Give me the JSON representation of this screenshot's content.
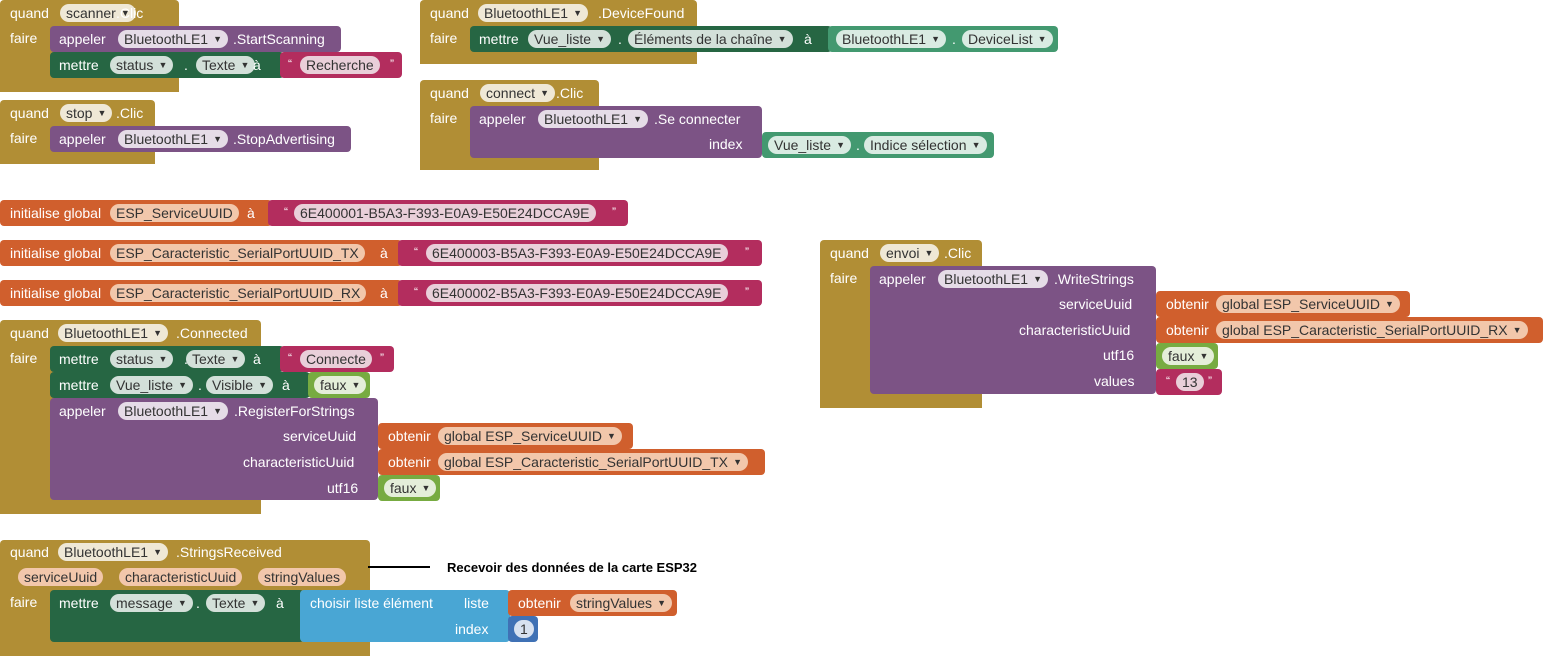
{
  "kw": {
    "when": "quand",
    "do": "faire",
    "call": "appeler",
    "set": "mettre",
    "to": "à",
    "get": "obtenir",
    "init": "initialise global",
    "false": "faux",
    "quote_open": "“",
    "quote_close": "”"
  },
  "blocks": {
    "scanner": {
      "component": "scanner",
      "event": ".Clic",
      "obj": "BluetoothLE1",
      "method": ".StartScanning",
      "set_comp": "status",
      "set_prop": "Texte",
      "value": "Recherche"
    },
    "stop": {
      "component": "stop",
      "event": ".Clic",
      "obj": "BluetoothLE1",
      "method": ".StopAdvertising"
    },
    "devicefound": {
      "component": "BluetoothLE1",
      "event": ".DeviceFound",
      "set_comp": "Vue_liste",
      "set_prop": "Éléments de la chaîne",
      "get_comp": "BluetoothLE1",
      "get_prop": "DeviceList"
    },
    "connect": {
      "component": "connect",
      "event": ".Clic",
      "obj": "BluetoothLE1",
      "method": ".Se connecter",
      "arg": "index",
      "get_comp": "Vue_liste",
      "get_prop": "Indice sélection"
    },
    "globals": [
      {
        "name": "ESP_ServiceUUID",
        "value": "6E400001-B5A3-F393-E0A9-E50E24DCCA9E"
      },
      {
        "name": "ESP_Caracteristic_SerialPortUUID_TX",
        "value": "6E400003-B5A3-F393-E0A9-E50E24DCCA9E"
      },
      {
        "name": "ESP_Caracteristic_SerialPortUUID_RX",
        "value": "6E400002-B5A3-F393-E0A9-E50E24DCCA9E"
      }
    ],
    "connected": {
      "component": "BluetoothLE1",
      "event": ".Connected",
      "set1_comp": "status",
      "set1_prop": "Texte",
      "set1_value": "Connecte",
      "set2_comp": "Vue_liste",
      "set2_prop": "Visible",
      "obj": "BluetoothLE1",
      "method": ".RegisterForStrings",
      "arg1": "serviceUuid",
      "arg1_var": "global ESP_ServiceUUID",
      "arg2": "characteristicUuid",
      "arg2_var": "global ESP_Caracteristic_SerialPortUUID_TX",
      "arg3": "utf16"
    },
    "envoi": {
      "component": "envoi",
      "event": ".Clic",
      "obj": "BluetoothLE1",
      "method": ".WriteStrings",
      "arg1": "serviceUuid",
      "arg1_var": "global ESP_ServiceUUID",
      "arg2": "characteristicUuid",
      "arg2_var": "global ESP_Caracteristic_SerialPortUUID_RX",
      "arg3": "utf16",
      "arg4": "values",
      "arg4_value": "13"
    },
    "received": {
      "component": "BluetoothLE1",
      "event": ".StringsReceived",
      "params": [
        "serviceUuid",
        "characteristicUuid",
        "stringValues"
      ],
      "set_comp": "message",
      "set_prop": "Texte",
      "list_block": "choisir liste élément",
      "list_arg": "liste",
      "index_arg": "index",
      "list_var": "stringValues",
      "index_value": "1"
    }
  },
  "annotation": "Recevoir des données de la carte ESP32",
  "colors": {
    "event": "#b18e35",
    "setter": "#266643",
    "component": "#7c5385",
    "global": "#d05f2d",
    "text": "#b32d5e",
    "logic": "#77ab41",
    "list": "#49a6d4",
    "math": "#3f71b5",
    "getter": "#439970"
  }
}
